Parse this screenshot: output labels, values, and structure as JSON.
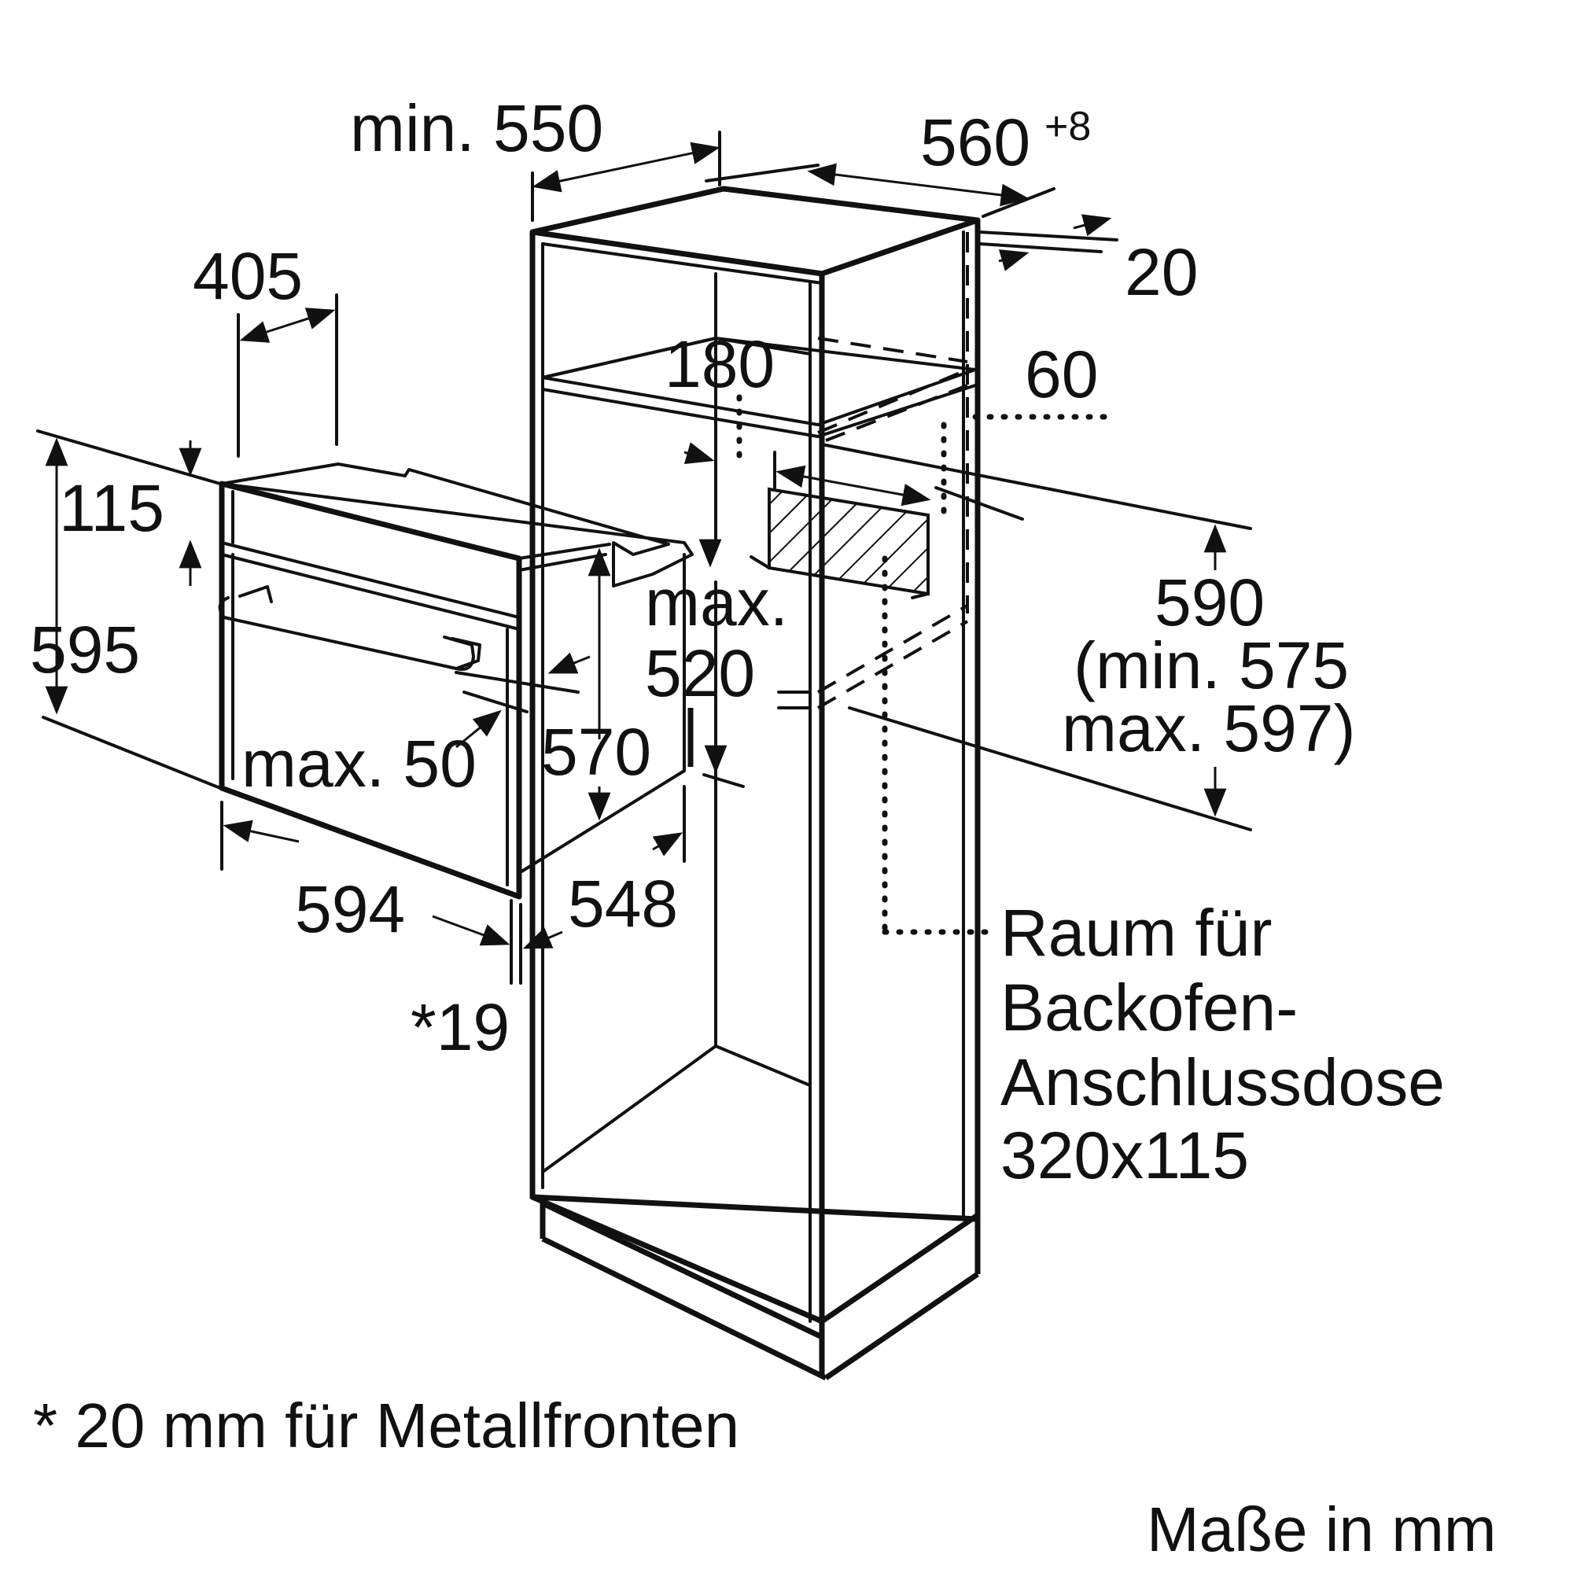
{
  "dimensions": {
    "cabinet_depth": "min. 550",
    "niche_width": "560",
    "niche_width_tolerance": "+8",
    "side_gap": "20",
    "oven_depth": "405",
    "opening_180": "180",
    "vent_60": "60",
    "panel_115": "115",
    "front_height": "595",
    "max_label": "max.",
    "max_520": "520",
    "niche_height": "590",
    "niche_height_min": "(min. 575",
    "niche_height_max": "max. 597)",
    "max_50": "max. 50",
    "depth_570": "570",
    "front_width": "594",
    "body_width": "548",
    "front_thickness": "*19"
  },
  "socket_note": {
    "line1": "Raum für",
    "line2": "Backofen-",
    "line3": "Anschlussdose",
    "line4": "320x115"
  },
  "footnote": "* 20 mm für Metallfronten",
  "units_note": "Maße in mm"
}
